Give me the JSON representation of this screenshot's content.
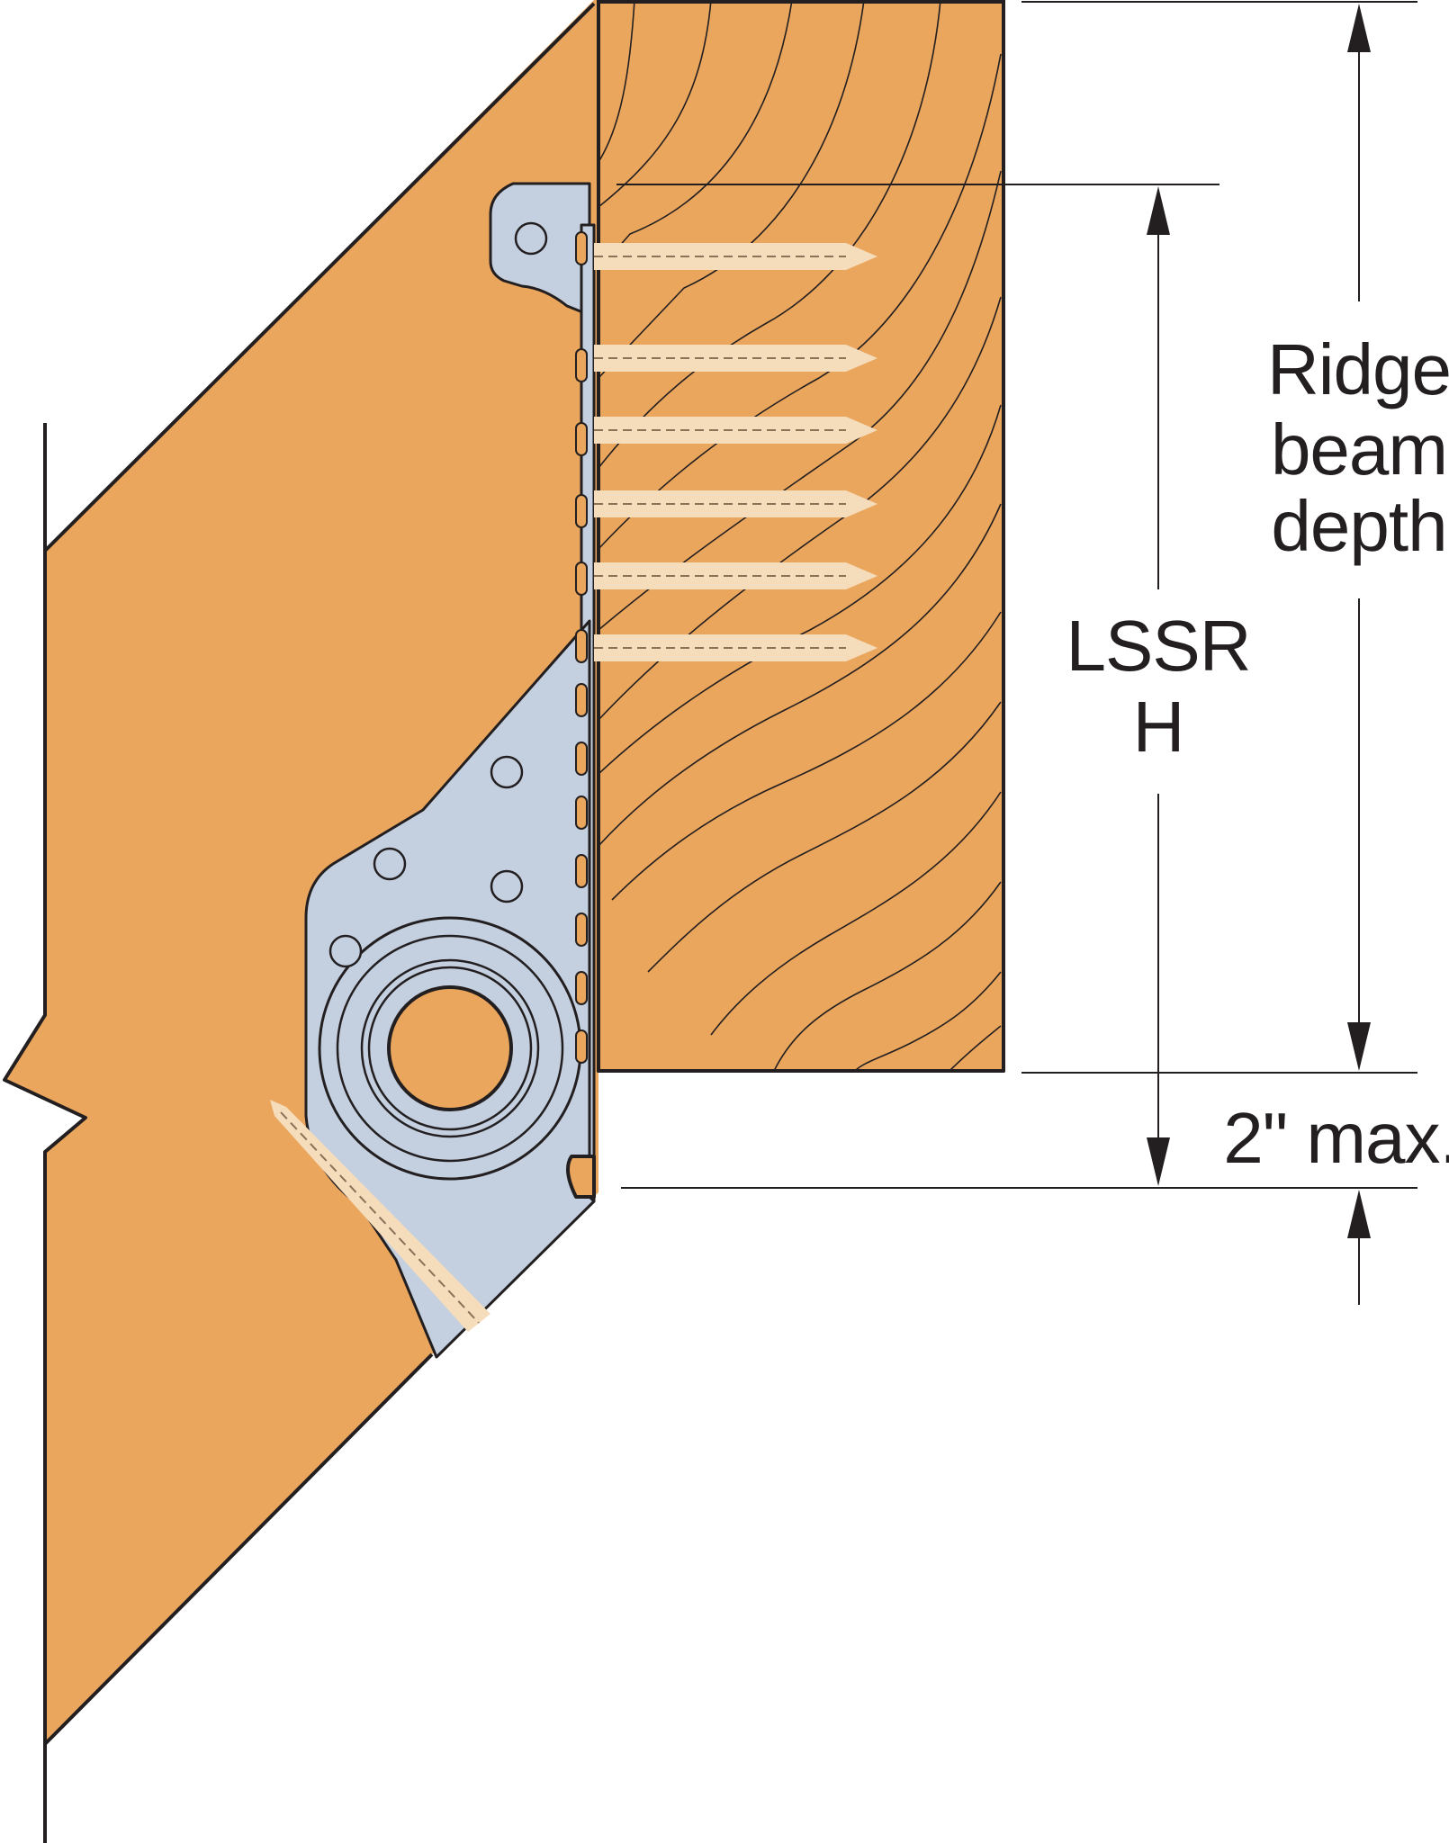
{
  "diagram": {
    "colors": {
      "wood": "#eba65d",
      "wood_outline": "#231f20",
      "grain": "#231f20",
      "metal": "#c4d0e0",
      "metal_outline": "#231f20",
      "screw": "#f5dcbb",
      "dimension_line": "#231f20",
      "background": "#ffffff"
    },
    "labels": {
      "ridge_beam_depth": [
        "Ridge",
        "beam",
        "depth"
      ],
      "lssr_h": [
        "LSSR",
        "H"
      ],
      "max_gap": "2\" max."
    },
    "components": {
      "rafter": "sloped rafter",
      "ridge_beam": "ridge beam",
      "connector": "LSSR connector",
      "screws": 6,
      "nail": "toe nail"
    }
  }
}
